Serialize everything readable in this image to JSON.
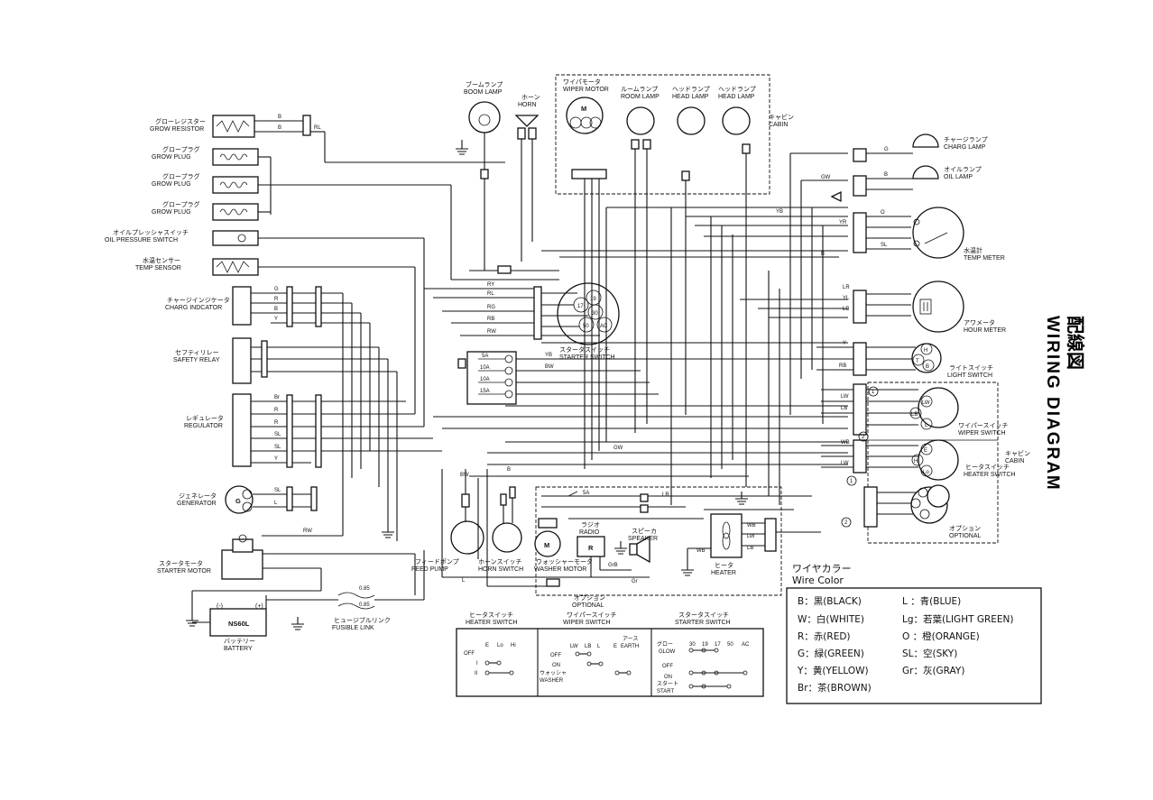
{
  "title": {
    "jp": "配線図",
    "en": "WIRING DIAGRAM"
  },
  "components": {
    "glow_resistor": {
      "jp": "グローレジスター",
      "en": "GROW RESISTOR"
    },
    "glow_plug_1": {
      "jp": "グロープラグ",
      "en": "GROW PLUG"
    },
    "glow_plug_2": {
      "jp": "グロープラグ",
      "en": "GROW PLUG"
    },
    "glow_plug_3": {
      "jp": "グロープラグ",
      "en": "GROW PLUG"
    },
    "oil_pressure_switch": {
      "jp": "オイルプレッシャスイッチ",
      "en": "OIL PRESSURE SWITCH"
    },
    "temp_sensor": {
      "jp": "水温センサー",
      "en": "TEMP SENSOR"
    },
    "charge_indicator": {
      "jp": "チャージインジケータ",
      "en": "CHARG INDCATOR"
    },
    "safety_relay": {
      "jp": "セフティリレー",
      "en": "SAFETY RELAY"
    },
    "regulator": {
      "jp": "レギュレータ",
      "en": "REGULATOR"
    },
    "generator": {
      "jp": "ジェネレータ",
      "en": "GENERATOR"
    },
    "starter_motor": {
      "jp": "スタータモータ",
      "en": "STARTER MOTOR"
    },
    "battery": {
      "jp": "バッテリー",
      "en": "BATTERY",
      "model": "NS60L"
    },
    "fusible_link": {
      "jp": "ヒュージブルリンク",
      "en": "FUSIBLE LINK",
      "sizes": [
        "0.85",
        "0.85"
      ]
    },
    "boom_lamp": {
      "jp": "ブームランプ",
      "en": "BOOM LAMP"
    },
    "horn": {
      "jp": "ホーン",
      "en": "HORN"
    },
    "wiper_motor": {
      "jp": "ワイパモータ",
      "en": "WIPER MOTOR"
    },
    "room_lamp": {
      "jp": "ルームランプ",
      "en": "ROOM LAMP"
    },
    "head_lamp_1": {
      "jp": "ヘッドランプ",
      "en": "HEAD LAMP"
    },
    "head_lamp_2": {
      "jp": "ヘッドランプ",
      "en": "HEAD LAMP"
    },
    "cabin_top": {
      "jp": "キャビン",
      "en": "CABIN"
    },
    "charge_lamp": {
      "jp": "チャージランプ",
      "en": "CHARG LAMP"
    },
    "oil_lamp": {
      "jp": "オイルランプ",
      "en": "OIL LAMP"
    },
    "temp_meter": {
      "jp": "水温計",
      "en": "TEMP METER"
    },
    "hour_meter": {
      "jp": "アワメータ",
      "en": "HOUR METER"
    },
    "starter_switch": {
      "jp": "スタータスイッチ",
      "en": "STARTER SWITCH"
    },
    "light_switch": {
      "jp": "ライトスイッチ",
      "en": "LIGHT SWITCH"
    },
    "wiper_switch": {
      "jp": "ワイパースイッチ",
      "en": "WIPER SWITCH"
    },
    "heater_switch": {
      "jp": "ヒータスイッチ",
      "en": "HEATER SWITCH"
    },
    "cabin_side": {
      "jp": "キャビン",
      "en": "CABIN"
    },
    "optional": {
      "jp": "オプション",
      "en": "OPTIONAL"
    },
    "optional_bottom": {
      "jp": "オプション",
      "en": "OPTIONAL"
    },
    "feed_pump": {
      "jp": "フィードポンプ",
      "en": "FEED PUMP"
    },
    "horn_switch": {
      "jp": "ホーンスイッチ",
      "en": "HORN SWITCH"
    },
    "washer_motor": {
      "jp": "ウォッシャーモータ",
      "en": "WASHER MOTOR"
    },
    "radio": {
      "jp": "ラジオ",
      "en": "RADIO",
      "symbol": "R"
    },
    "speaker": {
      "jp": "スピーカ",
      "en": "SPEAKER"
    },
    "heater": {
      "jp": "ヒータ",
      "en": "HEATER"
    }
  },
  "fuses": [
    "5A",
    "10A",
    "10A",
    "15A"
  ],
  "fuse_heater": "5A",
  "starter_terminals": [
    "19",
    "17",
    "30",
    "50",
    "AC"
  ],
  "light_terminals": [
    "H",
    "T",
    "B"
  ],
  "wiper_terminals": [
    "LW",
    "LB",
    "L"
  ],
  "heater_terminals": [
    "E",
    "Hi",
    "Lo"
  ],
  "wire_labels": {
    "glow": [
      "B",
      "B",
      "RL"
    ],
    "charge": [
      "G",
      "R",
      "B",
      "Y"
    ],
    "regulator": [
      "Br",
      "R",
      "R",
      "SL",
      "SL",
      "Y",
      "SL",
      "L"
    ],
    "starter": [
      "RY",
      "RL",
      "RG",
      "RB",
      "RW",
      "YB",
      "BW"
    ],
    "right": [
      "G",
      "B",
      "GW",
      "YB",
      "YR",
      "SL",
      "O",
      "B",
      "LR",
      "YL",
      "LB",
      "Y",
      "RB",
      "LW",
      "LB",
      "WB",
      "LW",
      "GW"
    ],
    "bottom": [
      "RW",
      "BW",
      "B",
      "L",
      "LR",
      "WB",
      "LW",
      "WB",
      "LB",
      "GrB",
      "Gr"
    ]
  },
  "switch_tables": {
    "heater": {
      "jp": "ヒータスイッチ",
      "en": "HEATER SWITCH",
      "cols": [
        "E",
        "Lo",
        "Hi"
      ],
      "rows": [
        "OFF",
        "I",
        "II"
      ]
    },
    "wiper": {
      "jp": "ワイパースイッチ",
      "en": "WIPER SWITCH",
      "cols": [
        "LW",
        "LB",
        "L",
        "E"
      ],
      "earth": {
        "jp": "アース",
        "en": "EARTH"
      },
      "rows": [
        "OFF",
        "ON"
      ],
      "washer": {
        "jp": "ウォッシャ",
        "en": "WASHER"
      }
    },
    "starter": {
      "jp": "スタータスイッチ",
      "en": "STARTER SWITCH",
      "cols": [
        "30",
        "19",
        "17",
        "50",
        "AC"
      ],
      "rows": [
        {
          "jp": "グロー",
          "en": "GLOW"
        },
        {
          "jp": "",
          "en": "OFF"
        },
        {
          "jp": "",
          "en": "ON"
        },
        {
          "jp": "スタート",
          "en": "START"
        }
      ]
    }
  },
  "legend": {
    "title_jp": "ワイヤカラー",
    "title_en": "Wire Color",
    "left": [
      "B：黒(BLACK)",
      "W：白(WHITE)",
      "R：赤(RED)",
      "G：緑(GREEN)",
      "Y：黄(YELLOW)",
      "Br：茶(BROWN)"
    ],
    "right": [
      "L ：青(BLUE)",
      "Lg：若葉(LIGHT GREEN)",
      "O ：橙(ORANGE)",
      "SL：空(SKY)",
      "Gr：灰(GRAY)"
    ]
  }
}
